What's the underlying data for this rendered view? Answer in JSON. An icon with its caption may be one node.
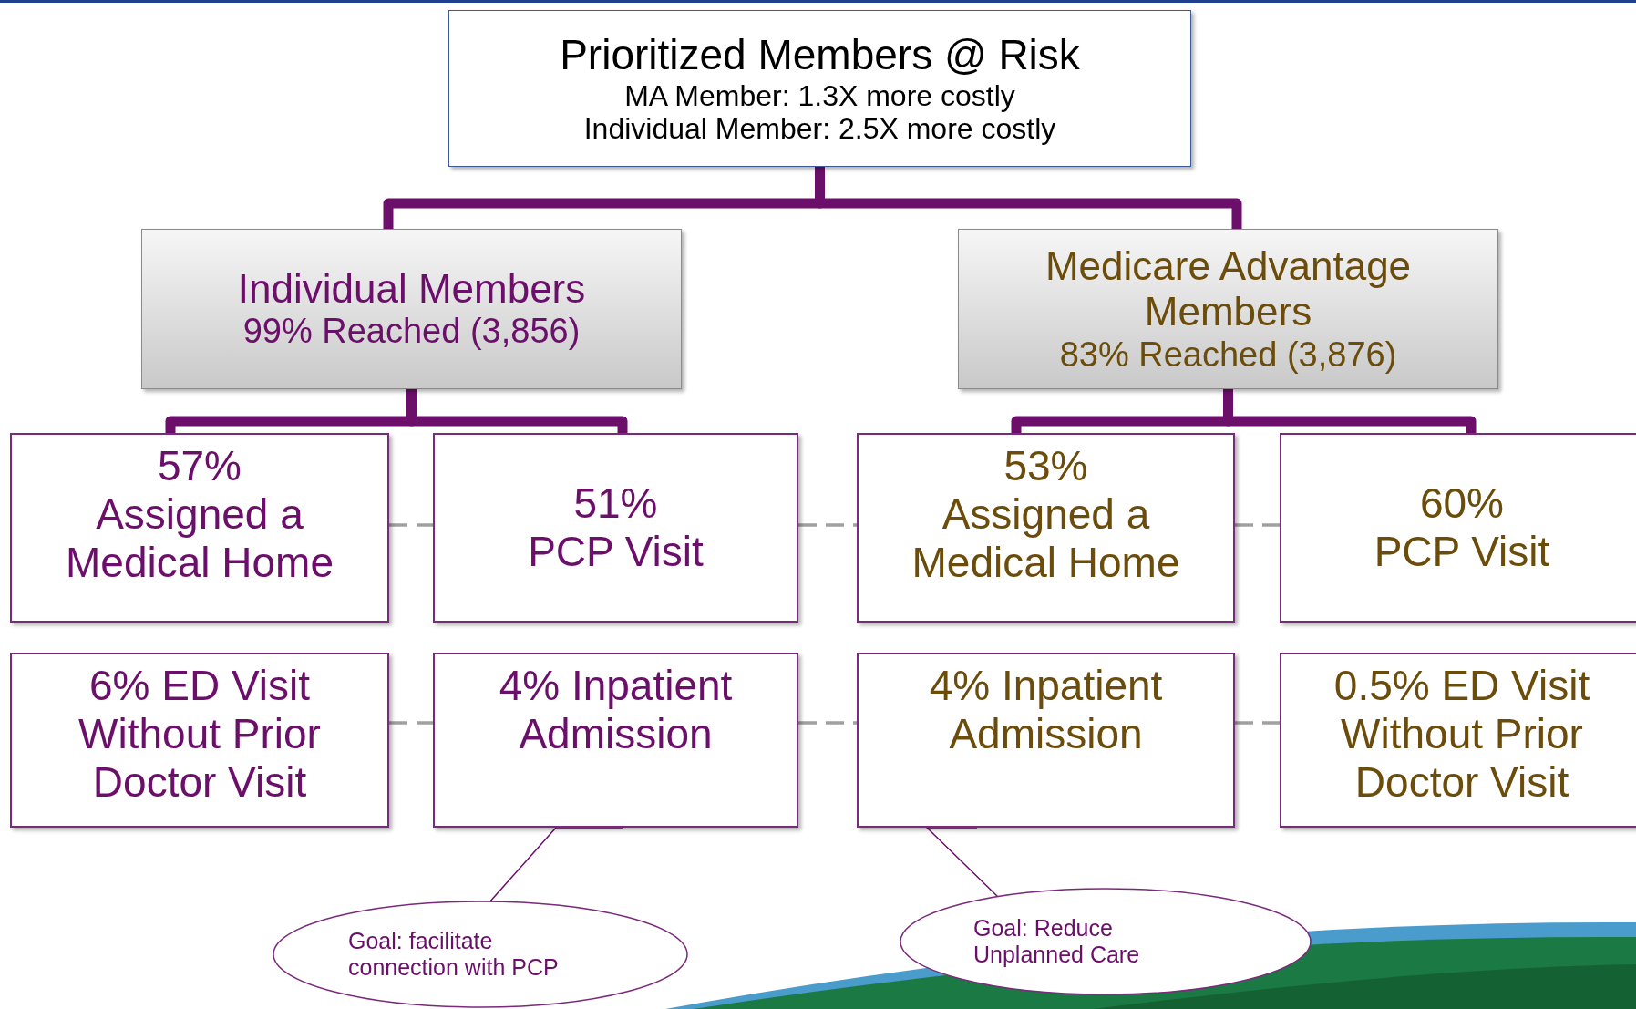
{
  "diagram": {
    "nodes": [
      {
        "text": [
          "Prioritized Members @ Risk",
          "MA Member: 1.3X more costly",
          "Individual Member: 2.5X more costly"
        ]
      },
      {
        "text": [
          "Individual Members",
          "99% Reached (3,856)"
        ]
      },
      {
        "text": [
          "Medicare Advantage Members",
          "83% Reached (3,876)"
        ]
      },
      {
        "text": [
          "57%",
          "Assigned a Medical Home"
        ]
      },
      {
        "text": [
          "51%",
          "PCP Visit"
        ]
      },
      {
        "text": [
          "53%",
          "Assigned a Medical Home"
        ]
      },
      {
        "text": [
          "60%",
          "PCP Visit"
        ]
      },
      {
        "text": [
          "6% ED Visit Without Prior Doctor Visit"
        ]
      },
      {
        "text": [
          "4% Inpatient Admission"
        ]
      },
      {
        "text": [
          "4% Inpatient Admission"
        ]
      },
      {
        "text": [
          "0.5% ED Visit Without Prior Doctor Visit"
        ]
      },
      {
        "text": [
          "Goal: facilitate connection with PCP"
        ]
      },
      {
        "text": [
          "Goal: Reduce Unplanned Care"
        ]
      }
    ],
    "edges": [
      {
        "from": 0,
        "to": 1,
        "arrow": "none",
        "style": "thick"
      },
      {
        "from": 0,
        "to": 2,
        "arrow": "none",
        "style": "thick"
      },
      {
        "from": 1,
        "to": 3,
        "arrow": "none",
        "style": "thick"
      },
      {
        "from": 1,
        "to": 4,
        "arrow": "none",
        "style": "thick"
      },
      {
        "from": 2,
        "to": 5,
        "arrow": "none",
        "style": "thick"
      },
      {
        "from": 2,
        "to": 6,
        "arrow": "none",
        "style": "thick"
      },
      {
        "from": 3,
        "to": 4,
        "arrow": "none",
        "style": "dashed",
        "color": "#a0a0a0"
      },
      {
        "from": 4,
        "to": 5,
        "arrow": "none",
        "style": "dashed",
        "color": "#a0a0a0"
      },
      {
        "from": 5,
        "to": 6,
        "arrow": "none",
        "style": "dashed",
        "color": "#a0a0a0"
      },
      {
        "from": 7,
        "to": 8,
        "arrow": "none",
        "style": "dashed",
        "color": "#a0a0a0"
      },
      {
        "from": 8,
        "to": 9,
        "arrow": "none",
        "style": "dashed",
        "color": "#a0a0a0"
      },
      {
        "from": 9,
        "to": 10,
        "arrow": "none",
        "style": "dashed",
        "color": "#a0a0a0"
      },
      {
        "from": 11,
        "to": 8,
        "arrow": "none"
      },
      {
        "from": 12,
        "to": 9,
        "arrow": "none"
      }
    ]
  }
}
